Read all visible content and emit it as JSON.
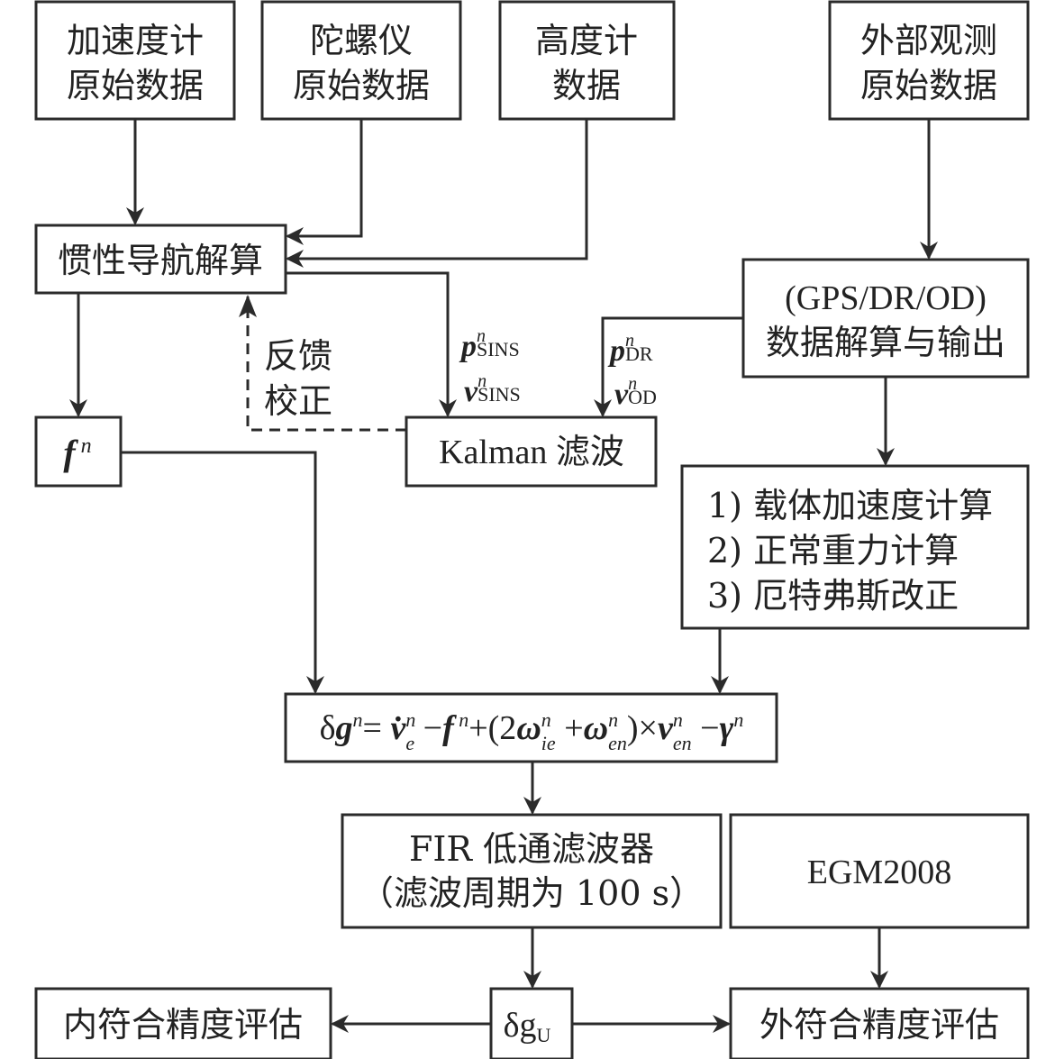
{
  "diagram": {
    "nodes": {
      "accel": {
        "lines": [
          "加速度计",
          "原始数据"
        ]
      },
      "gyro": {
        "lines": [
          "陀螺仪",
          "原始数据"
        ]
      },
      "altimeter": {
        "lines": [
          "高度计",
          "数据"
        ]
      },
      "external": {
        "lines": [
          "外部观测",
          "原始数据"
        ]
      },
      "ins": {
        "label": "惯性导航解算"
      },
      "gps": {
        "lines": [
          "(GPS/DR/OD)",
          "数据解算与输出"
        ]
      },
      "fn": {
        "base": "f",
        "sup": "n"
      },
      "kalman": {
        "label": "Kalman 滤波"
      },
      "calc": {
        "lines": [
          "1) 载体加速度计算",
          "2) 正常重力计算",
          "3) 厄特弗斯改正"
        ]
      },
      "formula": {
        "label": "δg^n = v̇^n_e − f^n + (2ω^n_ie + ω^n_en) × v^n_en − γ^n"
      },
      "fir": {
        "lines": [
          "FIR 低通滤波器",
          "（滤波周期为 100 s）"
        ]
      },
      "egm": {
        "label": "EGM2008"
      },
      "dgu": {
        "base": "δg",
        "sub": "U"
      },
      "internal_eval": {
        "label": "内符合精度评估"
      },
      "external_eval": {
        "label": "外符合精度评估"
      }
    },
    "edge_labels": {
      "feedback": [
        "反馈",
        "校正"
      ],
      "sins": {
        "p": "p",
        "v": "v",
        "sup": "n",
        "sub": "SINS"
      },
      "dr": {
        "p": "p",
        "sup": "n",
        "sub": "DR"
      },
      "od": {
        "v": "v",
        "sup": "n",
        "sub": "OD"
      }
    }
  }
}
